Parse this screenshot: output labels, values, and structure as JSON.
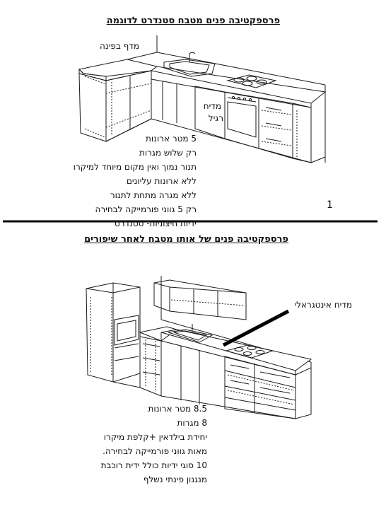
{
  "top": {
    "title": "פרספקטיבה פנים מטבח סטנדרט לדוגמה",
    "corner_label": "מדף בפינה",
    "dishwasher_label_1": "מדיח",
    "dishwasher_label_2": "רגיל",
    "page_marker": "1",
    "features": [
      "5 מטר ארונות",
      "רק שלוש מגרות",
      "תנור נמוך ואין מקום מיוחד למיקרו",
      "ללא ארונות עליונים",
      "ללא מגרה מתחת לתנור",
      "רק 5 גווני פורמייקה לבחירה",
      "ידיות חיצוניות- סטנדרט"
    ]
  },
  "bottom": {
    "title": "פרספקטיבה פנים של אותו מטבח לאחר שיפורים",
    "dishwasher_label": "מדיח אינטגראלי",
    "features": [
      "8.5 מטר ארונות",
      "8 מגרות",
      "יחידת בילדאין +קלפת מיקרו",
      "מאות גווני פורמייקה לבחירה.",
      "10 סוגי ידיות כולל ידית רוכבת",
      "מנגנון פינתי נשלף"
    ]
  }
}
